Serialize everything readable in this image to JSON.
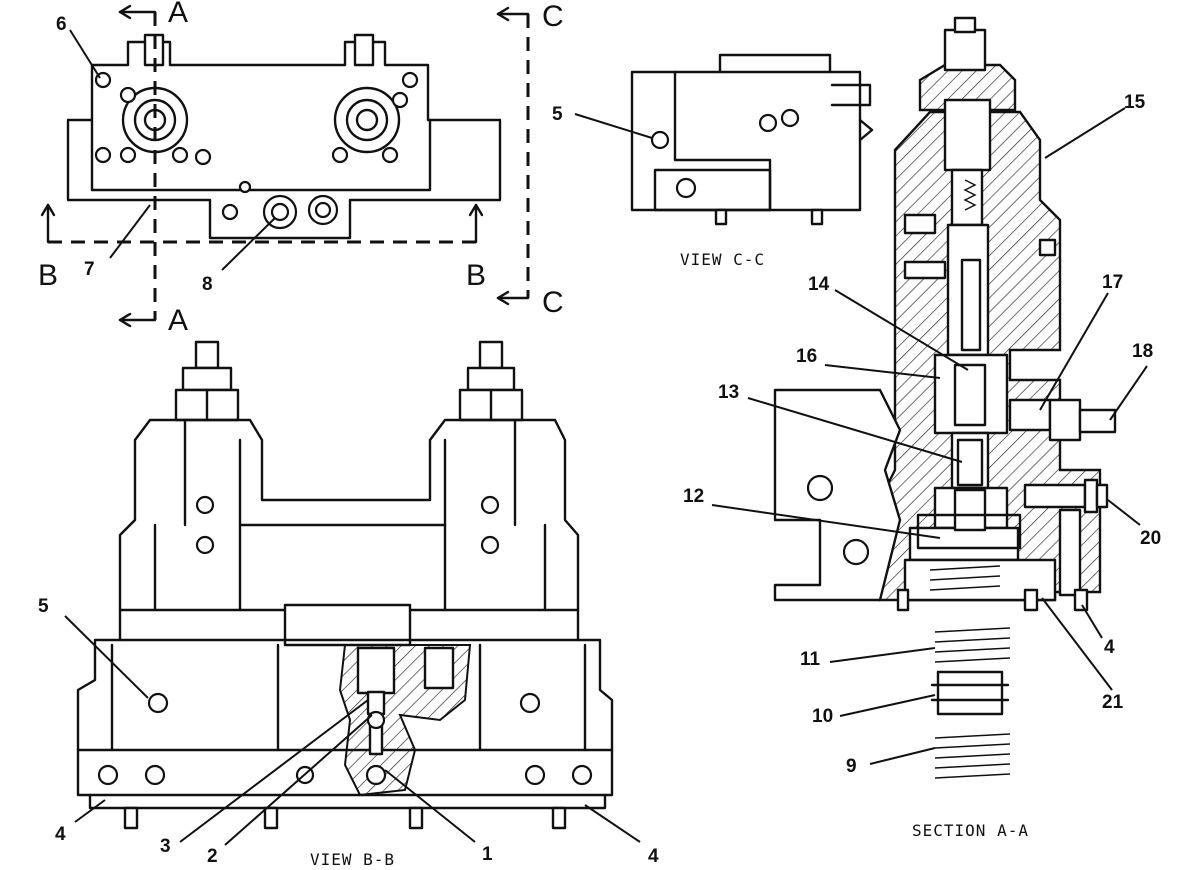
{
  "section_markers": {
    "a_top": "A",
    "a_bottom": "A",
    "b_left": "B",
    "b_right": "B",
    "c_top": "C",
    "c_bottom": "C"
  },
  "captions": {
    "view_cc": "VIEW C-C",
    "view_bb": "VIEW B-B",
    "section_aa": "SECTION A-A"
  },
  "callouts": {
    "c6": "6",
    "c7": "7",
    "c8": "8",
    "c5_cc": "5",
    "c5_bb": "5",
    "c4_left": "4",
    "c3": "3",
    "c2": "2",
    "c1": "1",
    "c4_right": "4",
    "c15": "15",
    "c14": "14",
    "c17": "17",
    "c16": "16",
    "c18": "18",
    "c13": "13",
    "c12": "12",
    "c20": "20",
    "c4_sec": "4",
    "c11": "11",
    "c21": "21",
    "c10": "10",
    "c9": "9"
  }
}
